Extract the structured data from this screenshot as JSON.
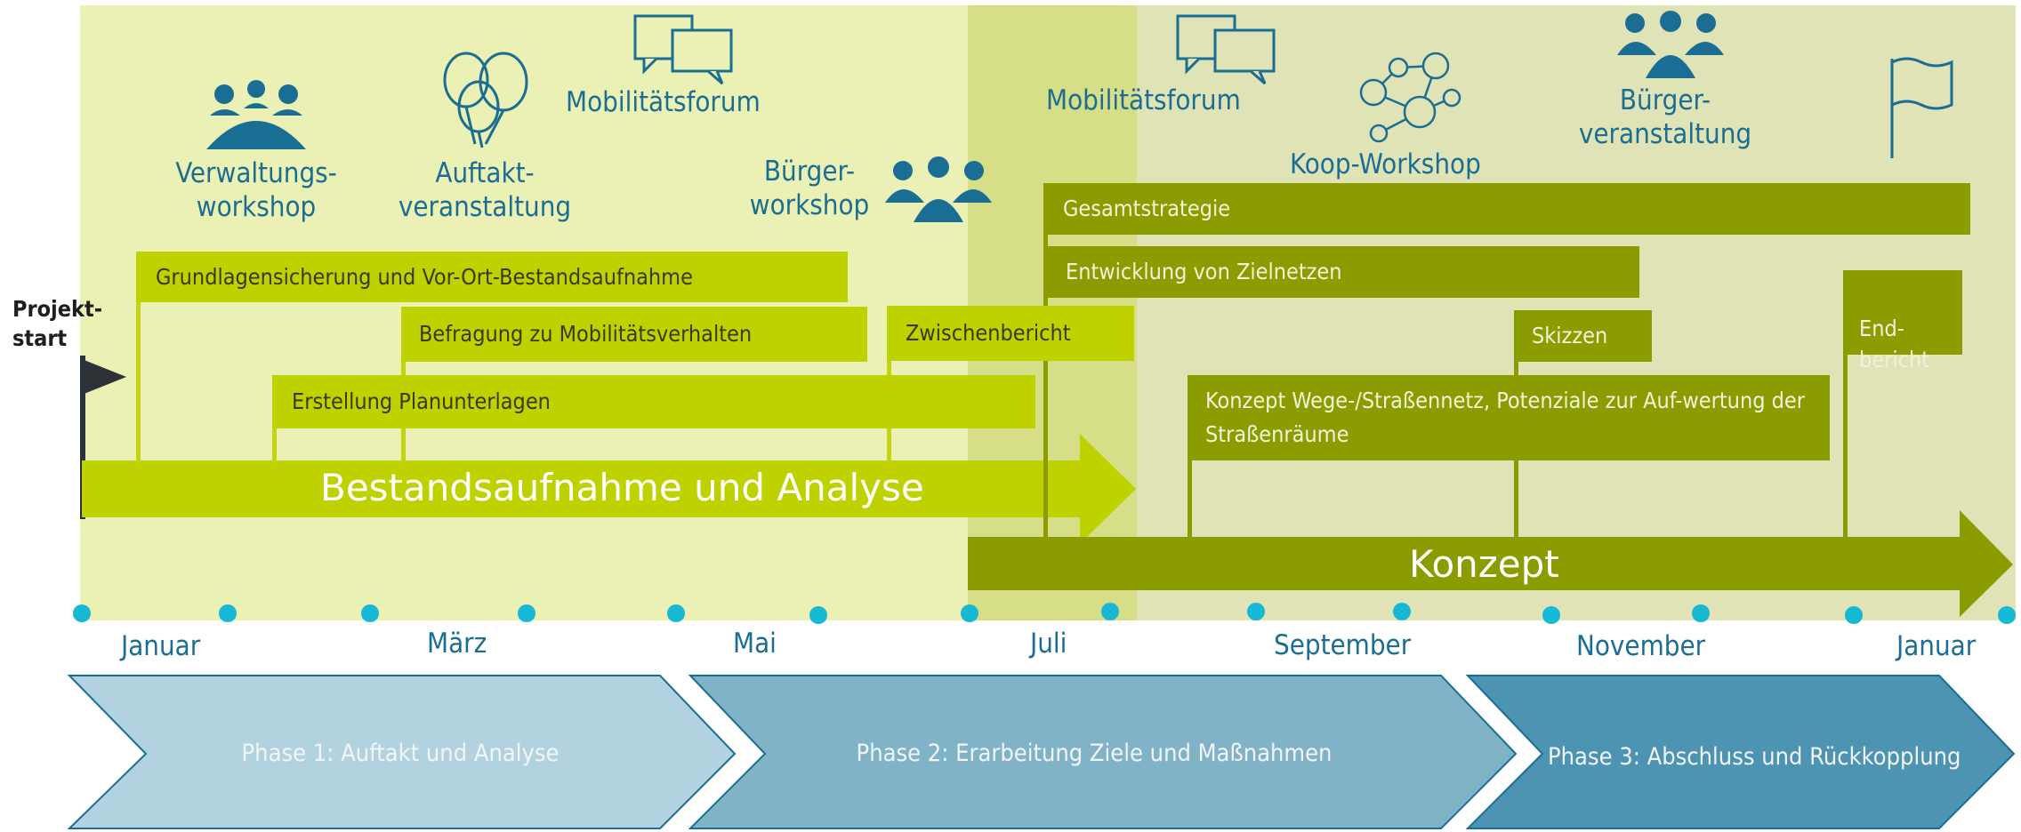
{
  "milestone_start": "Projekt-\nstart",
  "events": [
    {
      "label": "Verwaltungs-\nworkshop",
      "icon": "group-icon"
    },
    {
      "label": "Auftakt-\nveranstaltung",
      "icon": "balloons-icon"
    },
    {
      "label": "Mobilitätsforum",
      "icon": "speech-bubbles-icon"
    },
    {
      "label": "Bürger-\nworkshop",
      "icon": "group-icon"
    },
    {
      "label": "Mobilitätsforum",
      "icon": "speech-bubbles-icon"
    },
    {
      "label": "Koop-Workshop",
      "icon": "network-icon"
    },
    {
      "label": "Bürger-\nveranstaltung",
      "icon": "group-icon"
    },
    {
      "label": "",
      "icon": "flag-icon"
    }
  ],
  "tasks": [
    {
      "label": "Grundlagensicherung und Vor-Ort-Bestandsaufnahme"
    },
    {
      "label": "Befragung zu Mobilitätsverhalten"
    },
    {
      "label": "Erstellung Planunterlagen"
    },
    {
      "label": "Zwischenbericht"
    },
    {
      "label": "Gesamtstrategie"
    },
    {
      "label": "Entwicklung von Zielnetzen"
    },
    {
      "label": "Skizzen"
    },
    {
      "label": "Konzept Wege-/Straßennetz, Potenziale zur Auf-wertung der Straßenräume"
    },
    {
      "label": "End-\nbericht"
    }
  ],
  "streams": {
    "analysis": "Bestandsaufnahme und Analyse",
    "concept": "Konzept"
  },
  "months": [
    "Januar",
    "März",
    "Mai",
    "Juli",
    "September",
    "November",
    "Januar"
  ],
  "phases": [
    {
      "label": "Phase 1: Auftakt und Analyse"
    },
    {
      "label": "Phase 2: Erarbeitung Ziele und Maßnahmen"
    },
    {
      "label": "Phase 3: Abschluss und Rückkopplung"
    }
  ],
  "colors": {
    "light_green": "#bed200",
    "dark_green": "#8a9c00",
    "text_blue": "#1a6e93",
    "dot_cyan": "#17b8d4",
    "phase1": "#b2d2df",
    "phase2": "#80b3c8",
    "phase3": "#4d93b2"
  }
}
